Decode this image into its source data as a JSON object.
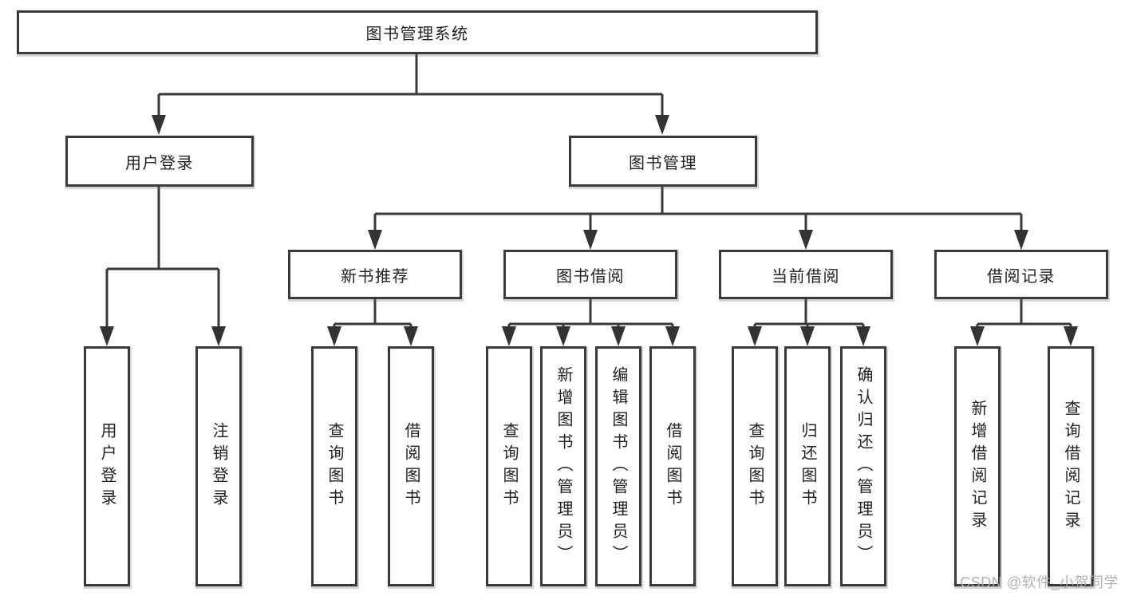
{
  "root": {
    "label": "图书管理系统"
  },
  "level2": {
    "user_login": {
      "label": "用户登录"
    },
    "book_mgmt": {
      "label": "图书管理"
    }
  },
  "level3": {
    "new_books": {
      "label": "新书推荐"
    },
    "book_borrow": {
      "label": "图书借阅"
    },
    "current_borrow": {
      "label": "当前借阅"
    },
    "borrow_records": {
      "label": "借阅记录"
    }
  },
  "leaves": {
    "user_login": {
      "label": "用户登录"
    },
    "logout": {
      "label": "注销登录"
    },
    "nb_query_books": {
      "label": "查询图书"
    },
    "nb_borrow_books": {
      "label": "借阅图书"
    },
    "bb_query_books": {
      "label": "查询图书"
    },
    "bb_add_books": {
      "label": "新增图书（管理员）"
    },
    "bb_edit_books": {
      "label": "编辑图书（管理员）"
    },
    "bb_borrow_books": {
      "label": "借阅图书"
    },
    "cb_query_books": {
      "label": "查询图书"
    },
    "cb_return_books": {
      "label": "归还图书"
    },
    "cb_confirm_return": {
      "label": "确认归还（管理员）"
    },
    "br_add_record": {
      "label": "新增借阅记录"
    },
    "br_query_record": {
      "label": "查询借阅记录"
    }
  },
  "watermark": "CSDN @软件_小贺同学",
  "colors": {
    "line": "#3a3a3a",
    "box_border": "#3a3a3a",
    "background": "#ffffff",
    "text": "#222222",
    "watermark": "#b2acaf"
  }
}
